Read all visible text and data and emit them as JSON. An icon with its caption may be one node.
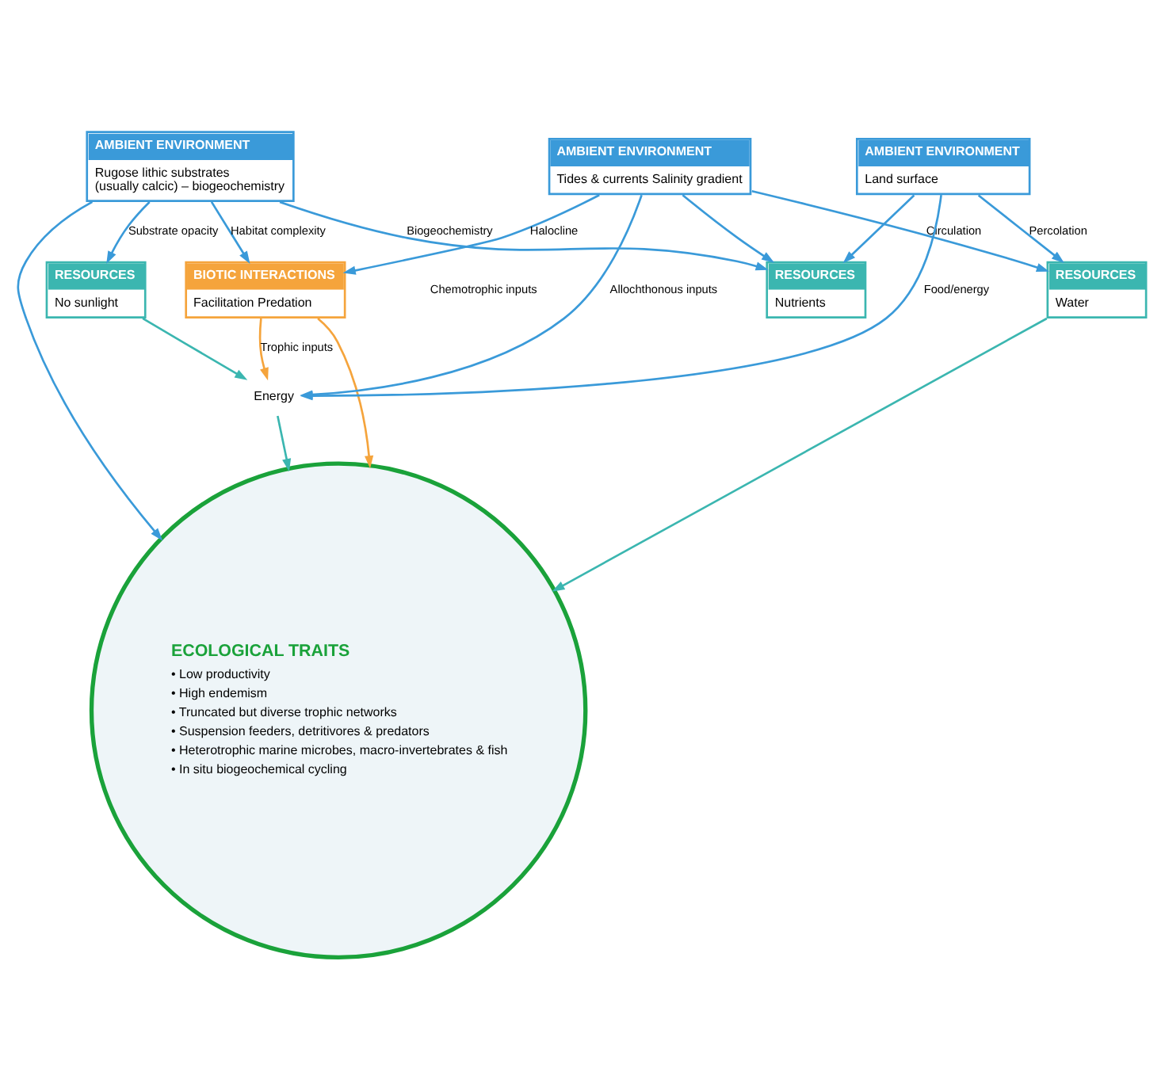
{
  "diagram": {
    "nodes": [
      {
        "text": [
          "RESOURCES",
          "No sunlight"
        ]
      },
      {
        "text": [
          "BIOTIC INTERACTIONS",
          "Facilitation Predation"
        ]
      },
      {
        "text": [
          "Energy"
        ]
      },
      {
        "text": [
          "AMBIENT ENVIRONMENT",
          "Tides & currents Salinity gradient"
        ]
      },
      {
        "text": [
          "ECOLOGICAL TRAITS",
          "• Low productivity",
          "• High endemism",
          "• Truncated but diverse trophic networks",
          "• Suspension feeders, detritivores & predators",
          "• Heterotrophic marine microbes, macro-invertebrates & fish",
          "• In situ biogeochemical cycling"
        ]
      },
      {
        "text": [
          "RESOURCES",
          "Water"
        ]
      },
      {
        "text": [
          "AMBIENT ENVIRONMENT",
          "Land surface"
        ]
      },
      {
        "text": [
          "AMBIENT ENVIRONMENT",
          "Rugose lithic substrates",
          "(usually calcic) – biogeochemistry"
        ]
      },
      {
        "text": [
          "RESOURCES",
          "Nutrients"
        ]
      }
    ],
    "edges": [
      {
        "from": 3,
        "to": 1,
        "arrow": "to",
        "label": "Halocline"
      },
      {
        "from": 7,
        "to": 0,
        "arrow": "to",
        "label": "Substrate opacity"
      },
      {
        "from": 6,
        "to": 2,
        "arrow": "to",
        "label": "Food/energy"
      },
      {
        "from": 0,
        "to": 2,
        "arrow": "to",
        "color": "#3bb6b0"
      },
      {
        "from": 1,
        "to": 2,
        "arrow": "to",
        "label": "Trophic inputs",
        "color": "#f5a43c"
      },
      {
        "from": 3,
        "to": 2,
        "arrow": "to",
        "label": "Allochthonous inputs"
      },
      {
        "from": 3,
        "to": 8,
        "arrow": "to"
      },
      {
        "from": 2,
        "to": 4,
        "arrow": "to",
        "color": "#3bb6b0"
      },
      {
        "from": 3,
        "to": 5,
        "arrow": "to",
        "label": "Circulation"
      },
      {
        "from": 1,
        "to": 4,
        "arrow": "to",
        "color": "#f5a43c"
      },
      {
        "from": 5,
        "to": 4,
        "arrow": "to",
        "color": "#3bb6b0"
      },
      {
        "from": 6,
        "to": 5,
        "arrow": "to",
        "label": "Percolation"
      },
      {
        "from": 7,
        "to": 1,
        "arrow": "to",
        "label": "Habitat complexity"
      },
      {
        "from": 7,
        "to": 4,
        "arrow": "to"
      },
      {
        "from": 6,
        "to": 8,
        "arrow": "to"
      },
      {
        "from": 7,
        "to": 8,
        "arrow": "to",
        "label": "Biogeochemistry"
      }
    ],
    "labels": [
      "Chemotrophic inputs"
    ]
  }
}
